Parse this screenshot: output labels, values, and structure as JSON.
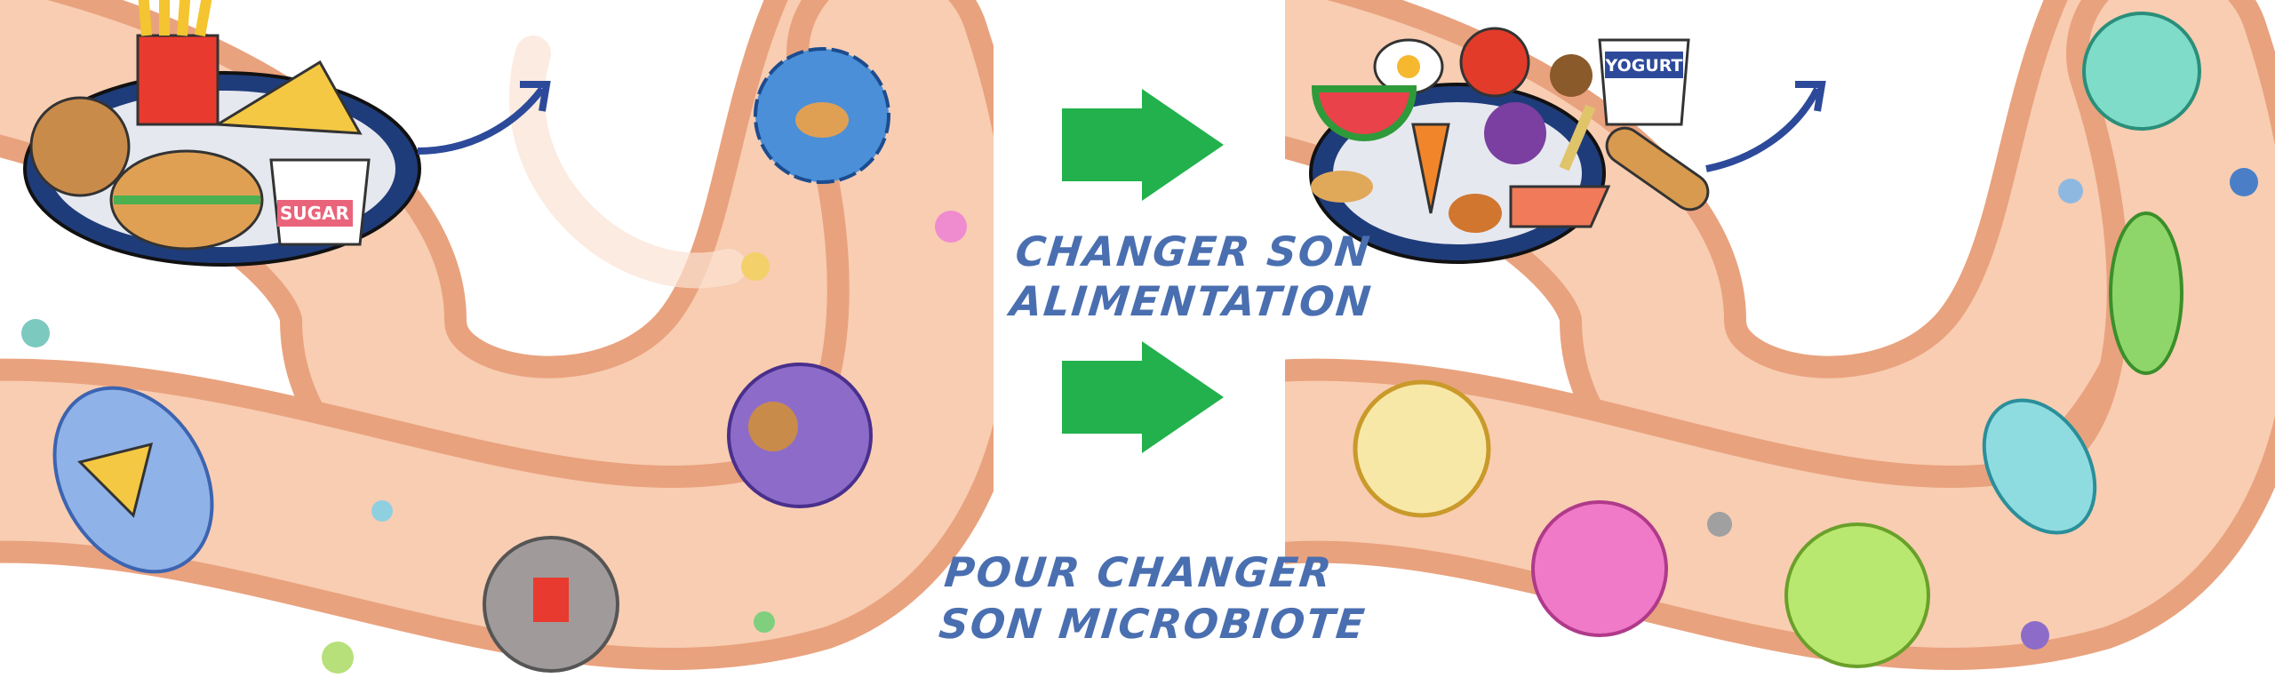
{
  "captions": {
    "line1": "CHANGER SON",
    "line2": "ALIMENTATION",
    "line3": "POUR CHANGER",
    "line4": "SON MICROBIOTE"
  },
  "labels": {
    "sugar": "SUGAR",
    "yogurt": "YOGURT"
  },
  "colors": {
    "arrow": "#22b14c",
    "caption": "#4a6fb0",
    "gut_light": "#f8cdb2",
    "gut_dark": "#e9a27e",
    "plate": "#1f3c7a"
  },
  "icons": [
    "burger-icon",
    "fries-icon",
    "pizza-icon",
    "cookie-icon",
    "sugar-cup-icon",
    "egg-icon",
    "tomato-icon",
    "acorn-icon",
    "yogurt-icon",
    "watermelon-icon",
    "carrot-icon",
    "grapes-icon",
    "wheat-icon",
    "bread-icon",
    "salmon-icon",
    "chicken-leg-icon",
    "peanut-icon"
  ]
}
